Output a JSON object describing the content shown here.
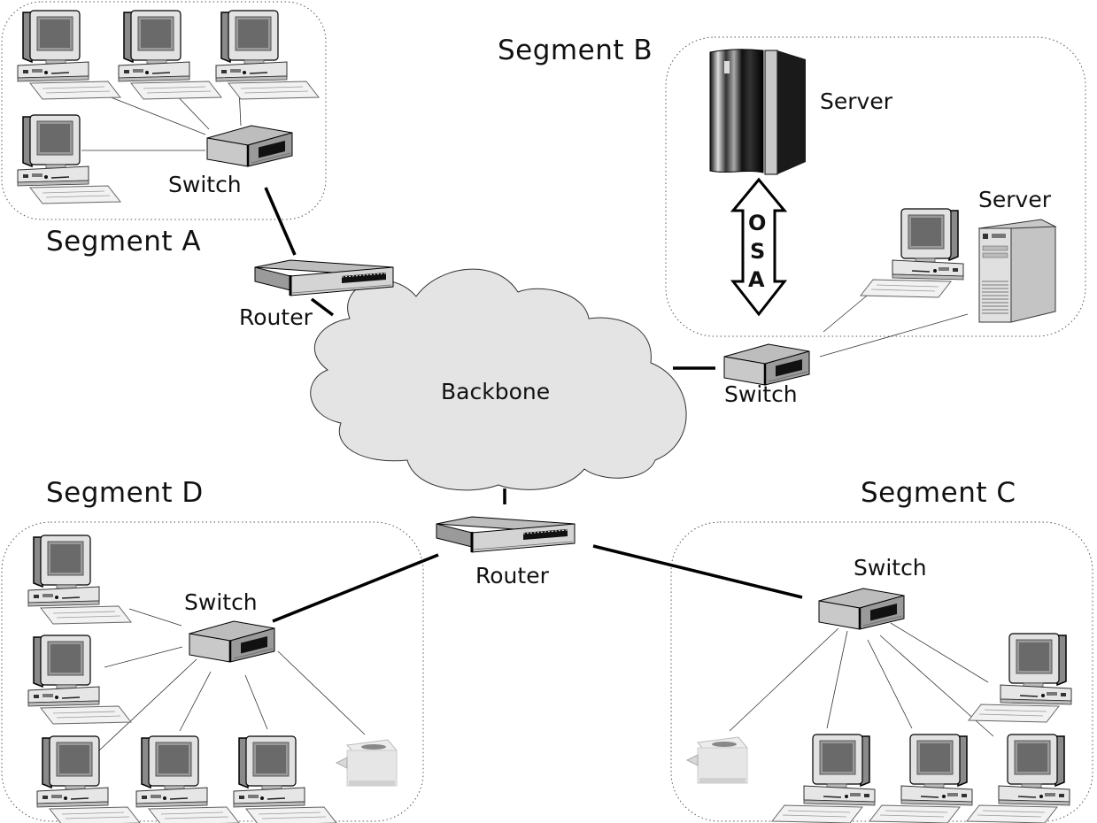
{
  "title": "Network topology with four segments connected via backbone",
  "segments": [
    {
      "id": "A",
      "label": "Segment A"
    },
    {
      "id": "B",
      "label": "Segment B"
    },
    {
      "id": "C",
      "label": "Segment C"
    },
    {
      "id": "D",
      "label": "Segment D"
    }
  ],
  "backbone": {
    "label": "Backbone"
  },
  "devices": {
    "switch_a": "Switch",
    "router_top": "Router",
    "switch_b": "Switch",
    "server_mainframe": "Server",
    "server_tower": "Server",
    "osa_link": "OSA",
    "router_bottom": "Router",
    "switch_c": "Switch",
    "switch_d": "Switch"
  },
  "osa_letters": [
    "O",
    "S",
    "A"
  ],
  "counts": {
    "segment_a_workstations": 4,
    "segment_b_workstations": 1,
    "segment_c_workstations": 4,
    "segment_c_printers": 1,
    "segment_d_workstations": 5,
    "segment_d_printers": 1
  },
  "colors": {
    "cloud_fill": "#e4e4e4",
    "screen": "#6a6a6a",
    "device_body": "#cfcfcf",
    "line": "#000000"
  }
}
